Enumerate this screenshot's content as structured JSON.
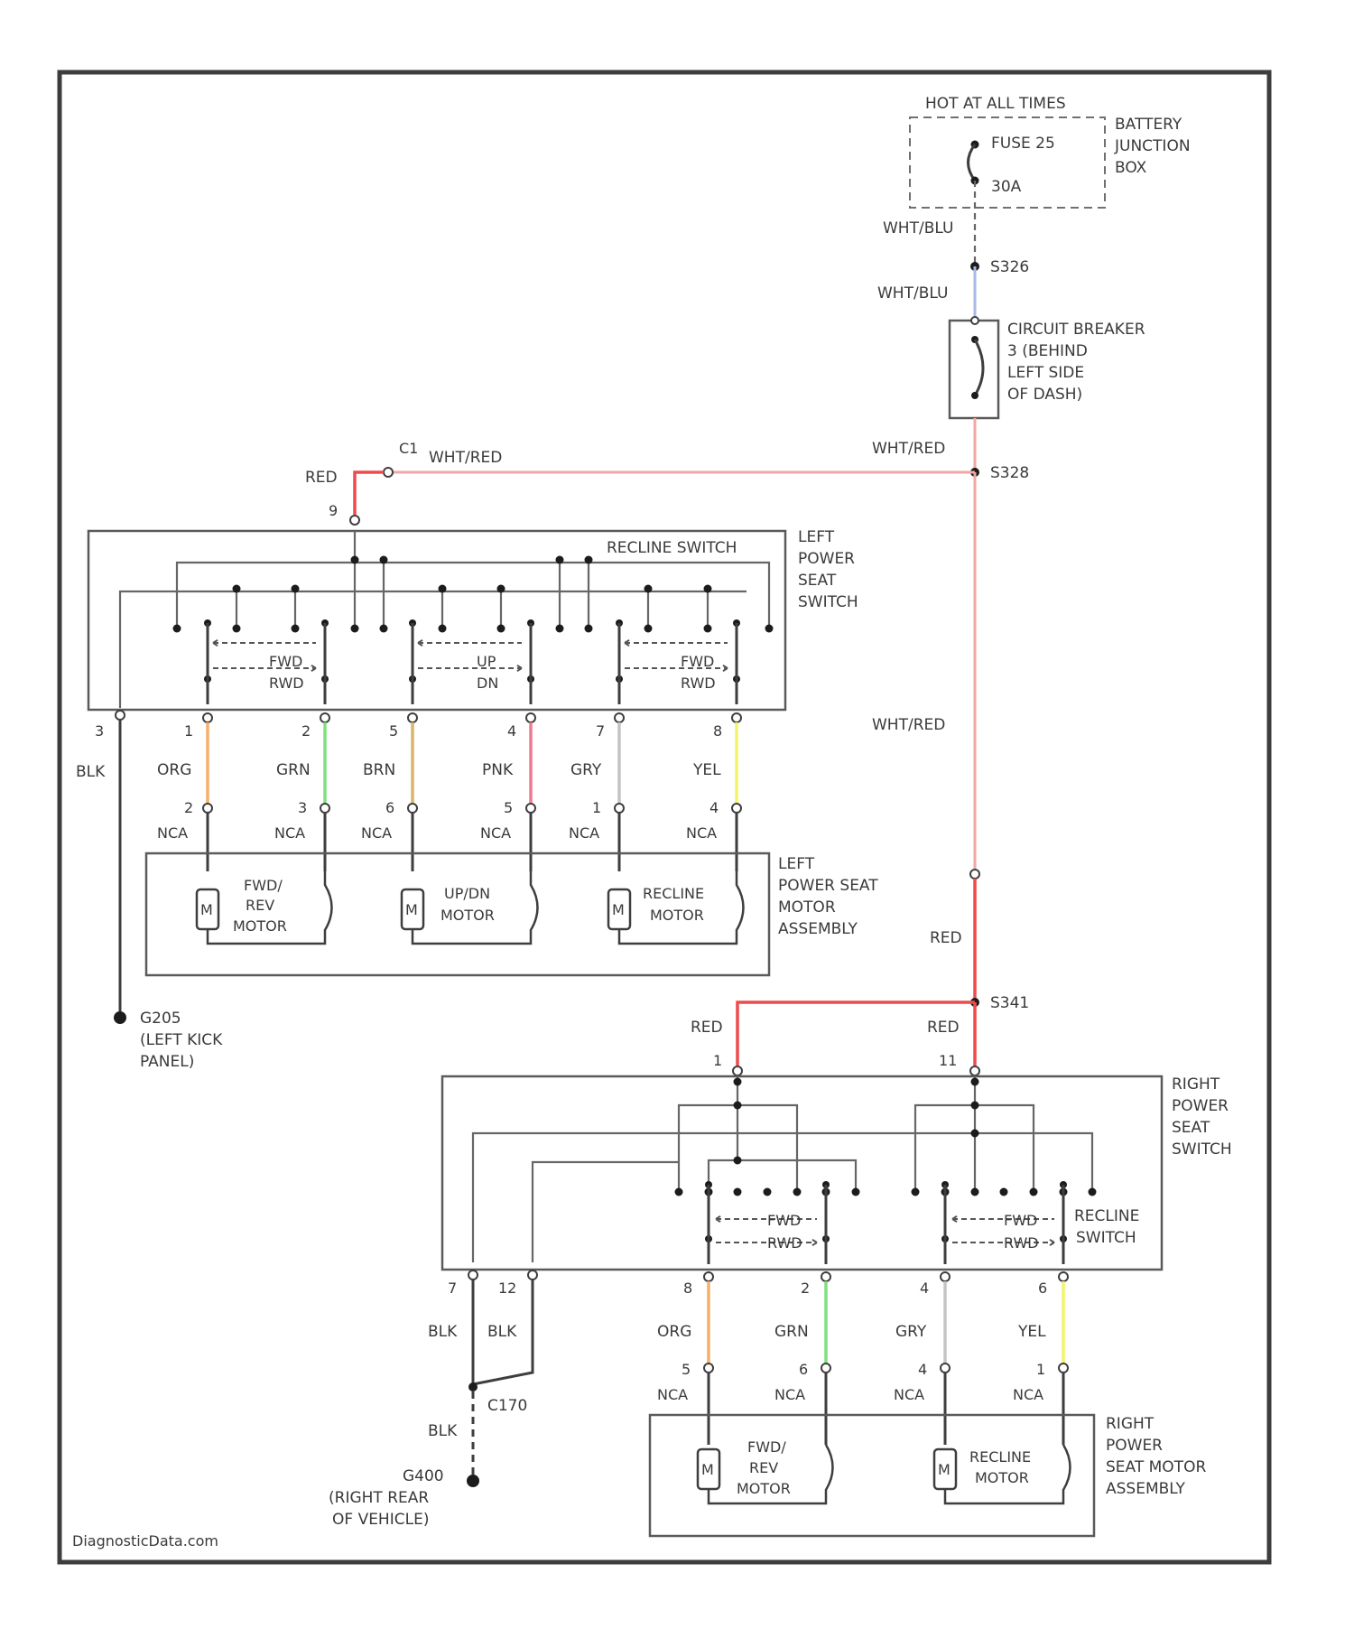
{
  "watermark": "DiagnosticData.com",
  "colors": {
    "wht_blu": "#aab8e8",
    "wht_red": "#f2a6a6",
    "red": "#ee4c4c",
    "org": "#f5b06a",
    "grn": "#7fe07f",
    "brn": "#d9b56a",
    "pnk": "#f07a8e",
    "gry": "#c4c4c4",
    "yel": "#f4f46a",
    "blk": "#3e3e3e"
  },
  "power": {
    "hot_label": "HOT AT ALL TIMES",
    "fuse": "FUSE 25",
    "fuse_rating": "30A",
    "junction_box": [
      "BATTERY",
      "JUNCTION",
      "BOX"
    ],
    "wire_wht_blu_1": "WHT/BLU",
    "splice_1": "S326",
    "wire_wht_blu_2": "WHT/BLU",
    "breaker": [
      "CIRCUIT BREAKER",
      "3 (BEHIND",
      "LEFT SIDE",
      "OF DASH)"
    ],
    "wire_wht_red_1": "WHT/RED",
    "splice_2": "S328",
    "wire_wht_red_2": "WHT/RED",
    "wire_wht_red_3": "WHT/RED",
    "connector_c": "C1",
    "red_to_left": "RED",
    "wire_red_down": "RED",
    "splice_3": "S341",
    "red_left_right": "RED",
    "red_right_right": "RED"
  },
  "left_switch": {
    "input_pin": "9",
    "title": [
      "LEFT",
      "POWER",
      "SEAT",
      "SWITCH"
    ],
    "recline_label": "RECLINE SWITCH",
    "sections": [
      {
        "a": "FWD",
        "b": "RWD"
      },
      {
        "a": "UP",
        "b": "DN"
      },
      {
        "a": "FWD",
        "b": "RWD"
      }
    ],
    "ground_pin": "3",
    "ground_wire": "BLK",
    "ground": [
      "G205",
      "(LEFT KICK",
      "PANEL)"
    ],
    "outputs": [
      {
        "pin_top": "1",
        "wire": "ORG",
        "pin_bottom": "2",
        "conn": "NCA"
      },
      {
        "pin_top": "2",
        "wire": "GRN",
        "pin_bottom": "3",
        "conn": "NCA"
      },
      {
        "pin_top": "5",
        "wire": "BRN",
        "pin_bottom": "6",
        "conn": "NCA"
      },
      {
        "pin_top": "4",
        "wire": "PNK",
        "pin_bottom": "5",
        "conn": "NCA"
      },
      {
        "pin_top": "7",
        "wire": "GRY",
        "pin_bottom": "1",
        "conn": "NCA"
      },
      {
        "pin_top": "8",
        "wire": "YEL",
        "pin_bottom": "4",
        "conn": "NCA"
      }
    ]
  },
  "left_motor": {
    "title": [
      "LEFT",
      "POWER SEAT",
      "MOTOR",
      "ASSEMBLY"
    ],
    "motor_symbol": "M",
    "motors": [
      [
        "FWD/",
        "REV",
        "MOTOR"
      ],
      [
        "UP/DN",
        "MOTOR"
      ],
      [
        "RECLINE",
        "MOTOR"
      ]
    ]
  },
  "right_switch": {
    "pin_left": "1",
    "pin_right": "11",
    "title": [
      "RIGHT",
      "POWER",
      "SEAT",
      "SWITCH"
    ],
    "sections": [
      {
        "a": "FWD",
        "b": "RWD"
      },
      {
        "a": "FWD",
        "b": "RWD"
      }
    ],
    "recline_label": [
      "RECLINE",
      "SWITCH"
    ],
    "ground_pins": [
      "7",
      "12"
    ],
    "ground_wires": [
      "BLK",
      "BLK"
    ],
    "splice": "C170",
    "ground_wire_down": "BLK",
    "ground": [
      "G400",
      "(RIGHT REAR",
      "OF VEHICLE)"
    ],
    "outputs": [
      {
        "pin_top": "8",
        "wire": "ORG",
        "pin_bottom": "5",
        "conn": "NCA"
      },
      {
        "pin_top": "2",
        "wire": "GRN",
        "pin_bottom": "6",
        "conn": "NCA"
      },
      {
        "pin_top": "4",
        "wire": "GRY",
        "pin_bottom": "4",
        "conn": "NCA"
      },
      {
        "pin_top": "6",
        "wire": "YEL",
        "pin_bottom": "1",
        "conn": "NCA"
      }
    ]
  },
  "right_motor": {
    "title": [
      "RIGHT",
      "POWER",
      "SEAT MOTOR",
      "ASSEMBLY"
    ],
    "motor_symbol": "M",
    "motors": [
      [
        "FWD/",
        "REV",
        "MOTOR"
      ],
      [
        "RECLINE",
        "MOTOR"
      ]
    ]
  }
}
